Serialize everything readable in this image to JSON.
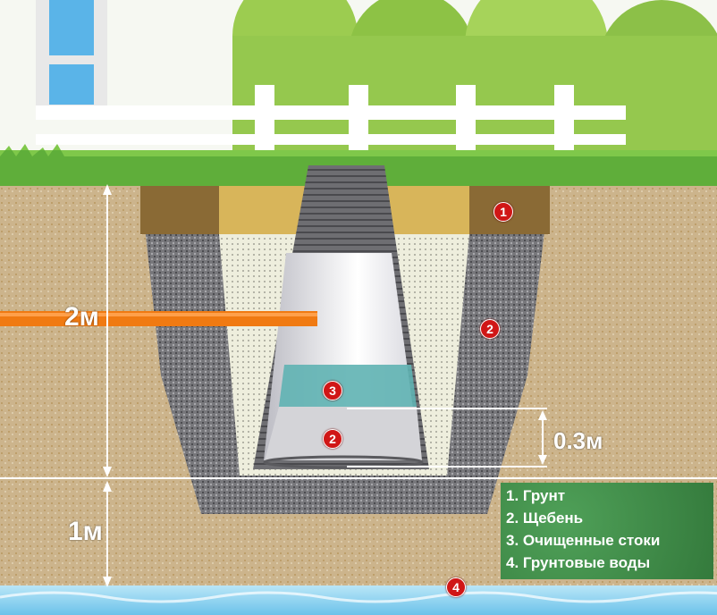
{
  "dimensions": {
    "depth_total": "2м",
    "gravel_bottom": "0.3м",
    "to_groundwater": "1м"
  },
  "markers": [
    "1",
    "2",
    "3",
    "2",
    "4"
  ],
  "legend": [
    "1. Грунт",
    "2. Щебень",
    "3. Очищенные стоки",
    "4. Грунтовые воды"
  ],
  "colors": {
    "soil": "#c8b08a",
    "gravel": "#6f6f73",
    "pipe": "#f07a12",
    "water": "#8fd0ee",
    "legend_bg": "#3f8f4a",
    "marker": "#d01616"
  }
}
